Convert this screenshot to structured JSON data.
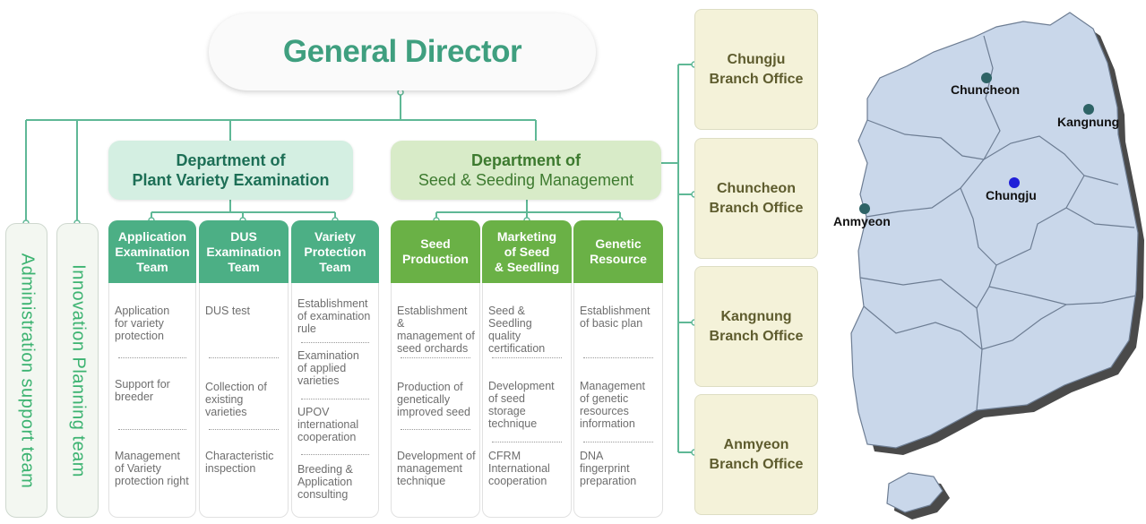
{
  "general_director": "General Director",
  "side_teams": [
    "Administration support team",
    "Innovation Planning team"
  ],
  "departments": [
    {
      "line1": "Department of",
      "line2": "Plant Variety Examination"
    },
    {
      "line1": "Department of",
      "line2": "Seed  &  Seeding Management"
    }
  ],
  "teams": [
    {
      "name_lines": [
        "Application",
        "Examination",
        "Team"
      ],
      "tasks": [
        [
          "Application",
          "for variety",
          "protection"
        ],
        [
          "Support for",
          "breeder"
        ],
        [
          "Management",
          "of Variety",
          "protection right"
        ]
      ]
    },
    {
      "name_lines": [
        "DUS",
        "Examination",
        "Team"
      ],
      "tasks": [
        [
          "DUS test"
        ],
        [
          "Collection of",
          "existing",
          "varieties"
        ],
        [
          "Characteristic",
          "inspection"
        ]
      ]
    },
    {
      "name_lines": [
        "Variety",
        "Protection",
        "Team"
      ],
      "tasks": [
        [
          "Establishment",
          "of examination",
          "rule"
        ],
        [
          "Examination",
          "of applied",
          "varieties"
        ],
        [
          "UPOV",
          "international",
          "cooperation"
        ],
        [
          "Breeding &",
          "Application",
          "consulting"
        ]
      ]
    },
    {
      "name_lines": [
        "Seed",
        "Production"
      ],
      "tasks": [
        [
          "Establishment &",
          "management of",
          "seed orchards"
        ],
        [
          "Production of",
          "genetically",
          "improved seed"
        ],
        [
          "Development of",
          "management",
          "technique"
        ]
      ]
    },
    {
      "name_lines": [
        "Marketing",
        "of Seed",
        "& Seedling"
      ],
      "tasks": [
        [
          "Seed &",
          "Seedling",
          "quality",
          "certification"
        ],
        [
          "Development",
          "of seed",
          "storage",
          "technique"
        ],
        [
          "CFRM",
          "International",
          "cooperation"
        ]
      ]
    },
    {
      "name_lines": [
        "Genetic",
        "Resource"
      ],
      "tasks": [
        [
          "Establishment",
          "of basic plan"
        ],
        [
          "Management",
          "of genetic",
          "resources",
          "information"
        ],
        [
          "DNA",
          "fingerprint",
          "preparation"
        ]
      ]
    }
  ],
  "branch_offices": [
    {
      "line1": "Chungju",
      "line2": "Branch Office"
    },
    {
      "line1": "Chuncheon",
      "line2": "Branch Office"
    },
    {
      "line1": "Kangnung",
      "line2": "Branch Office"
    },
    {
      "line1": "Anmyeon",
      "line2": "Branch Office"
    }
  ],
  "map": {
    "cities": [
      "Chuncheon",
      "Kangnung",
      "Chungju",
      "Anmyeon"
    ],
    "colors": {
      "land": "#c9d7ea",
      "shadow": "#4a4a4a",
      "marker": "#2e6366",
      "marker_highlight": "#1f1fd8"
    },
    "highlighted_city": "Chungju"
  },
  "colors": {
    "director_text": "#3f9f7f",
    "connector": "#5fb896",
    "team_green": "#4caf85",
    "team_lime": "#6ab146"
  }
}
